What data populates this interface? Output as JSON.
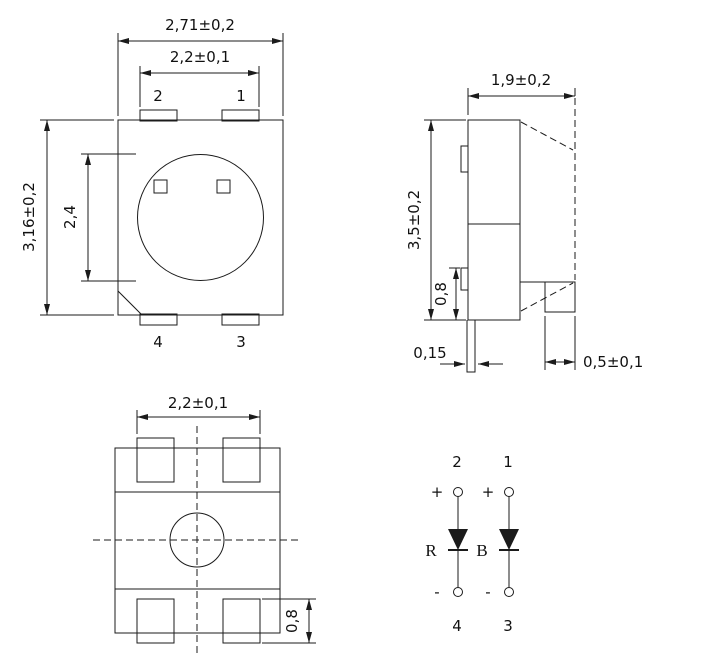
{
  "front_view": {
    "dim_outer_width": "2,71±0,2",
    "dim_pad_span": "2,2±0,1",
    "dim_outer_height": "3,16±0,2",
    "dim_lens_diameter": "2,4",
    "pin_top_left": "2",
    "pin_top_right": "1",
    "pin_bottom_left": "4",
    "pin_bottom_right": "3"
  },
  "side_view": {
    "dim_depth": "1,9±0,2",
    "dim_height": "3,5±0,2",
    "dim_lead_offset": "0,8",
    "dim_lead_thickness": "0,15",
    "dim_foot_length": "0,5±0,1"
  },
  "bottom_view": {
    "dim_pad_span": "2,2±0,1",
    "dim_pad_height": "0,8"
  },
  "schematic": {
    "pin_top_left": "2",
    "pin_top_right": "1",
    "pin_bottom_left": "4",
    "pin_bottom_right": "3",
    "anode_left": "+",
    "anode_right": "+",
    "cathode_left": "-",
    "cathode_right": "-",
    "diode_left_label": "R",
    "diode_right_label": "B"
  },
  "colors": {
    "line": "#1b1b1b",
    "background": "#ffffff"
  }
}
